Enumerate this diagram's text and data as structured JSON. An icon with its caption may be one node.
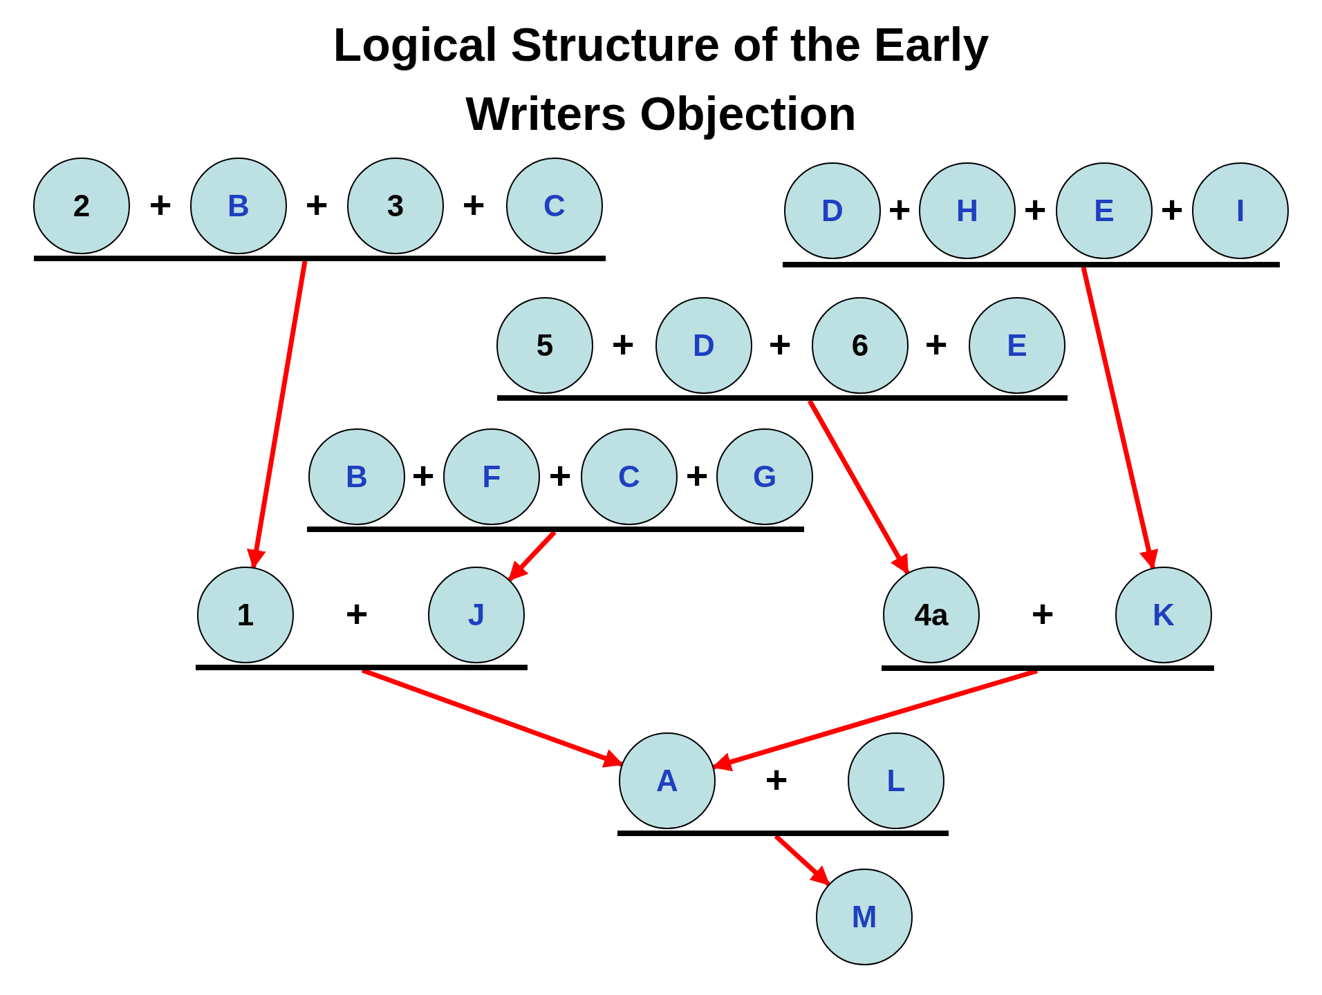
{
  "diagram": {
    "title": "Logical Structure of the Early Writers Objection",
    "nodes": [
      {
        "text": [
          "2"
        ]
      },
      {
        "text": [
          "B"
        ]
      },
      {
        "text": [
          "3"
        ]
      },
      {
        "text": [
          "C"
        ]
      },
      {
        "text": [],
        "shape": "bar"
      },
      {
        "text": [
          "D"
        ]
      },
      {
        "text": [
          "H"
        ]
      },
      {
        "text": [
          "E"
        ]
      },
      {
        "text": [
          "I"
        ]
      },
      {
        "text": [],
        "shape": "bar"
      },
      {
        "text": [
          "5"
        ]
      },
      {
        "text": [
          "D"
        ]
      },
      {
        "text": [
          "6"
        ]
      },
      {
        "text": [
          "E"
        ]
      },
      {
        "text": [],
        "shape": "bar"
      },
      {
        "text": [
          "B"
        ]
      },
      {
        "text": [
          "F"
        ]
      },
      {
        "text": [
          "C"
        ]
      },
      {
        "text": [
          "G"
        ]
      },
      {
        "text": [],
        "shape": "bar"
      },
      {
        "text": [
          "1"
        ]
      },
      {
        "text": [
          "J"
        ]
      },
      {
        "text": [],
        "shape": "bar"
      },
      {
        "text": [
          "4a"
        ]
      },
      {
        "text": [
          "K"
        ]
      },
      {
        "text": [],
        "shape": "bar"
      },
      {
        "text": [
          "A"
        ]
      },
      {
        "text": [
          "L"
        ]
      },
      {
        "text": [],
        "shape": "bar"
      },
      {
        "text": [
          "M"
        ]
      }
    ],
    "edges": [
      {
        "from": 4,
        "to": 20,
        "arrow": "to"
      },
      {
        "from": 9,
        "to": 24,
        "arrow": "to"
      },
      {
        "from": 14,
        "to": 23,
        "arrow": "to"
      },
      {
        "from": 19,
        "to": 21,
        "arrow": "to"
      },
      {
        "from": 22,
        "to": 26,
        "arrow": "to"
      },
      {
        "from": 25,
        "to": 26,
        "arrow": "to"
      },
      {
        "from": 28,
        "to": 29,
        "arrow": "to"
      }
    ],
    "labels": [
      "+",
      "+",
      "+",
      "+",
      "+",
      "+",
      "+",
      "+",
      "+",
      "+",
      "+",
      "+",
      "+",
      "+",
      "+"
    ]
  }
}
